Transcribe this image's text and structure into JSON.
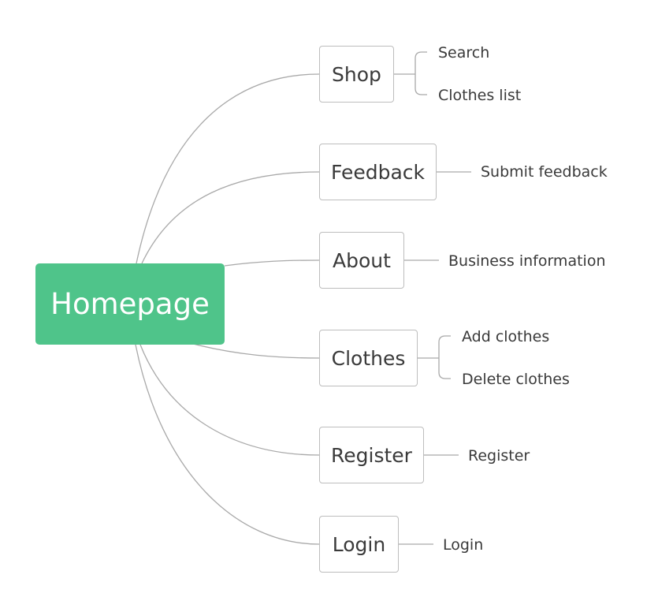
{
  "root": {
    "label": "Homepage"
  },
  "branches": [
    {
      "label": "Shop",
      "children": [
        "Search",
        "Clothes list"
      ]
    },
    {
      "label": "Feedback",
      "children": [
        "Submit feedback"
      ]
    },
    {
      "label": "About",
      "children": [
        "Business information"
      ]
    },
    {
      "label": "Clothes",
      "children": [
        "Add clothes",
        "Delete clothes"
      ]
    },
    {
      "label": "Register",
      "children": [
        "Register"
      ]
    },
    {
      "label": "Login",
      "children": [
        "Login"
      ]
    }
  ],
  "colors": {
    "root_fill": "#4fc48a",
    "root_text": "#ffffff",
    "connector": "#a9a9a9",
    "node_border": "#bdbdbd",
    "text": "#3a3a3a"
  }
}
